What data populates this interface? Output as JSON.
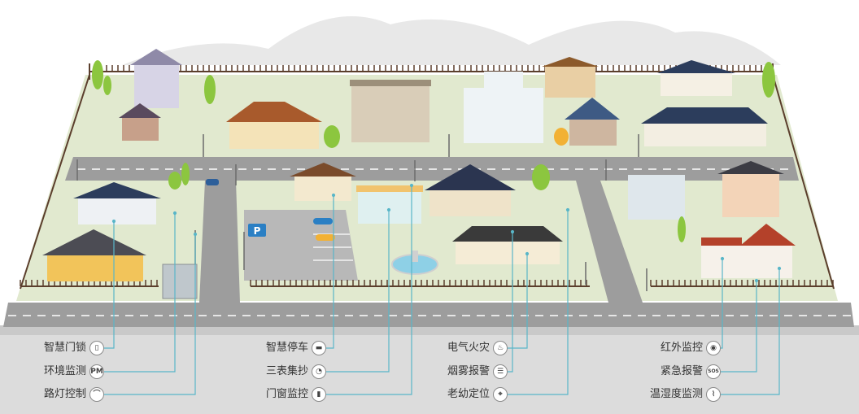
{
  "legend": [
    {
      "label": "智慧门锁",
      "icon": "smart-lock-icon",
      "glyph": "▯"
    },
    {
      "label": "环境监测",
      "icon": "pm-sensor-icon",
      "glyph": "PM"
    },
    {
      "label": "路灯控制",
      "icon": "street-lamp-icon",
      "glyph": "⌒"
    },
    {
      "label": "智慧停车",
      "icon": "parking-car-icon",
      "glyph": "▬"
    },
    {
      "label": "三表集抄",
      "icon": "meter-gauge-icon",
      "glyph": "◔"
    },
    {
      "label": "门窗监控",
      "icon": "door-window-icon",
      "glyph": "▮"
    },
    {
      "label": "电气火灾",
      "icon": "fire-icon",
      "glyph": "♨"
    },
    {
      "label": "烟雾报警",
      "icon": "smoke-detector-icon",
      "glyph": "☰"
    },
    {
      "label": "老幼定位",
      "icon": "locator-icon",
      "glyph": "⌖"
    },
    {
      "label": "红外监控",
      "icon": "infrared-icon",
      "glyph": "◉"
    },
    {
      "label": "紧急报警",
      "icon": "sos-icon",
      "glyph": "SOS"
    },
    {
      "label": "温湿度监测",
      "icon": "thermometer-icon",
      "glyph": "⌇"
    }
  ],
  "signs": {
    "parking": "P"
  },
  "colors": {
    "lawn": "#dfe8cc",
    "road": "#9a9a9a",
    "road_marking": "#ffffff",
    "base": "#d3d3d3",
    "fence": "#5a3d2b",
    "mountain": "#e6e6e6",
    "leader_line": "#59b6c8",
    "parking_sign": "#2a7fc4",
    "tree": "#8cc63f"
  }
}
